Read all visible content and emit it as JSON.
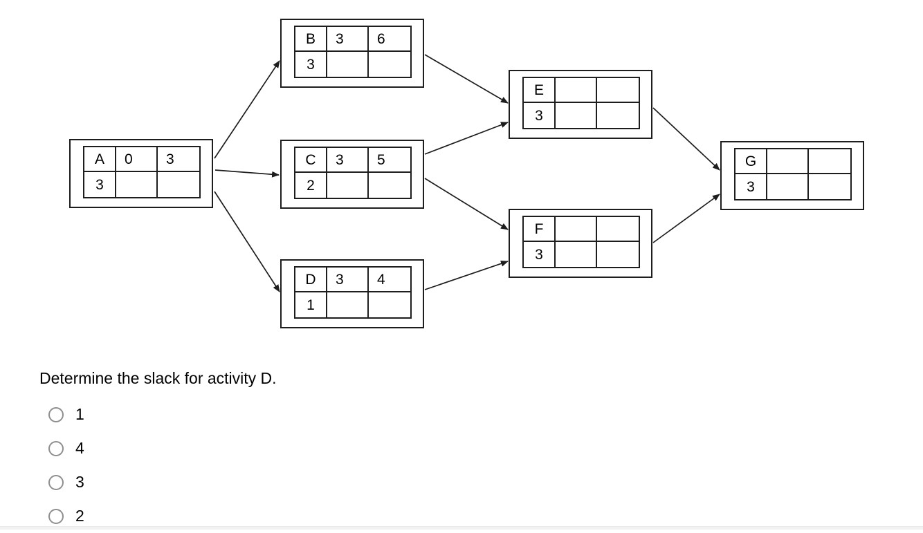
{
  "diagram": {
    "description": "Activity-on-node project network diagram",
    "nodes": [
      {
        "id": "A",
        "name": "A",
        "early_start": "0",
        "early_finish": "3",
        "duration": "3",
        "late_start": "",
        "late_finish": ""
      },
      {
        "id": "B",
        "name": "B",
        "early_start": "3",
        "early_finish": "6",
        "duration": "3",
        "late_start": "",
        "late_finish": ""
      },
      {
        "id": "C",
        "name": "C",
        "early_start": "3",
        "early_finish": "5",
        "duration": "2",
        "late_start": "",
        "late_finish": ""
      },
      {
        "id": "D",
        "name": "D",
        "early_start": "3",
        "early_finish": "4",
        "duration": "1",
        "late_start": "",
        "late_finish": ""
      },
      {
        "id": "E",
        "name": "E",
        "early_start": "",
        "early_finish": "",
        "duration": "3",
        "late_start": "",
        "late_finish": ""
      },
      {
        "id": "F",
        "name": "F",
        "early_start": "",
        "early_finish": "",
        "duration": "3",
        "late_start": "",
        "late_finish": ""
      },
      {
        "id": "G",
        "name": "G",
        "early_start": "",
        "early_finish": "",
        "duration": "3",
        "late_start": "",
        "late_finish": ""
      }
    ],
    "edges": [
      {
        "from": "A",
        "to": "B"
      },
      {
        "from": "A",
        "to": "C"
      },
      {
        "from": "A",
        "to": "D"
      },
      {
        "from": "B",
        "to": "E"
      },
      {
        "from": "C",
        "to": "E"
      },
      {
        "from": "C",
        "to": "F"
      },
      {
        "from": "D",
        "to": "F"
      },
      {
        "from": "E",
        "to": "G"
      },
      {
        "from": "F",
        "to": "G"
      }
    ]
  },
  "question": {
    "text": "Determine the slack for activity D.",
    "options": [
      {
        "label": "1",
        "selected": false
      },
      {
        "label": "4",
        "selected": false
      },
      {
        "label": "3",
        "selected": false
      },
      {
        "label": "2",
        "selected": false
      }
    ]
  },
  "colors": {
    "line": "#1d1d1d",
    "radio_border": "#8e8e8e",
    "bottom_bar": "#f2f2f3"
  }
}
